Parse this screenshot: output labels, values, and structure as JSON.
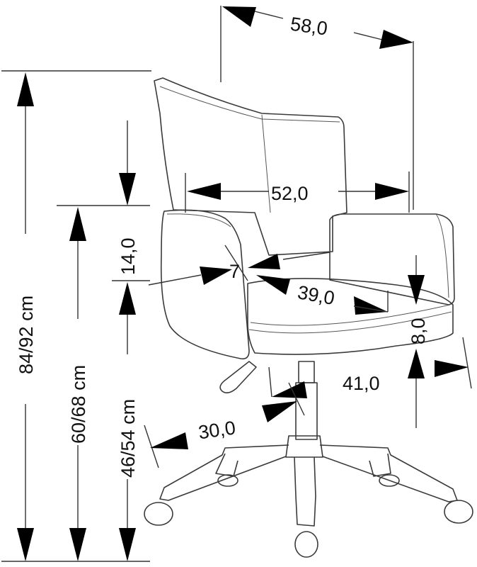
{
  "dimensions": {
    "total_width": "58,0",
    "inner_width": "52,0",
    "armrest_height": "14,0",
    "backrest_angle": "7",
    "seat_depth": "39,0",
    "seat_thickness": "8,0",
    "seat_width": "41,0",
    "base_radius": "30,0",
    "total_height": "84/92 cm",
    "armrest_floor_height": "60/68 cm",
    "seat_height": "46/54 cm"
  },
  "colors": {
    "ink": "#000000",
    "outline": "#3a3a3a",
    "background": "#ffffff"
  }
}
